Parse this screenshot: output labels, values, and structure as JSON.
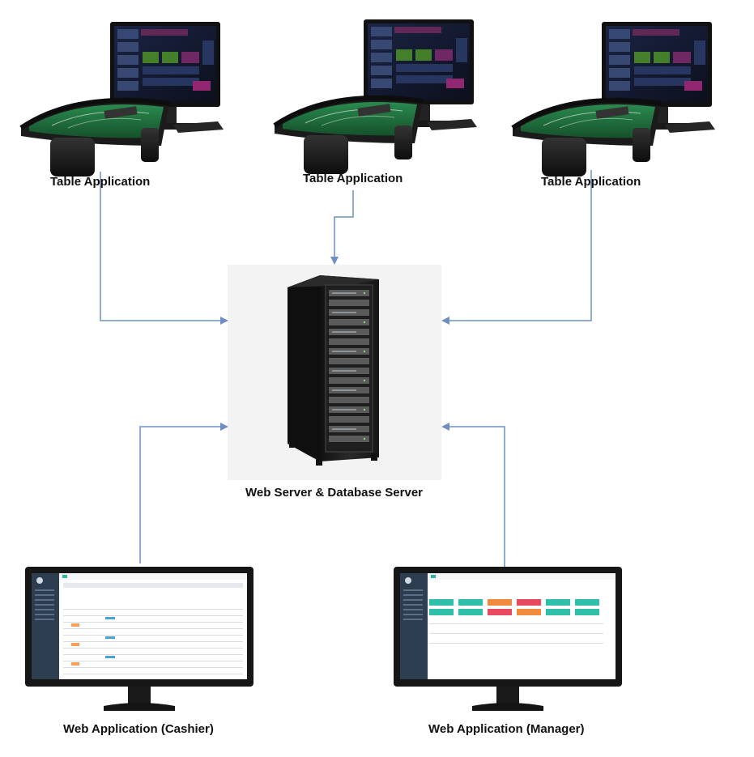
{
  "nodes": {
    "table_left": {
      "label": "Table Application"
    },
    "table_center": {
      "label": "Table Application"
    },
    "table_right": {
      "label": "Table Application"
    },
    "server": {
      "label": "Web Server & Database Server"
    },
    "cashier": {
      "label": "Web Application (Cashier)"
    },
    "manager": {
      "label": "Web Application (Manager)"
    }
  },
  "edges": [
    {
      "from": "table_left",
      "to": "server"
    },
    {
      "from": "table_center",
      "to": "server"
    },
    {
      "from": "table_right",
      "to": "server"
    },
    {
      "from": "cashier",
      "to": "server"
    },
    {
      "from": "manager",
      "to": "server"
    }
  ],
  "colors": {
    "connector": "#6f8fc4",
    "felt": "#1f6b3c",
    "table_body": "#1b1b1b",
    "screen": "#141a2e",
    "rack": "#1c1c1c",
    "server_panel_bg": "#f3f3f3",
    "webapp_sidebar": "#2d3e50"
  },
  "icons": {
    "table": "gaming-table-icon",
    "server": "server-rack-icon",
    "monitor": "desktop-monitor-icon"
  }
}
